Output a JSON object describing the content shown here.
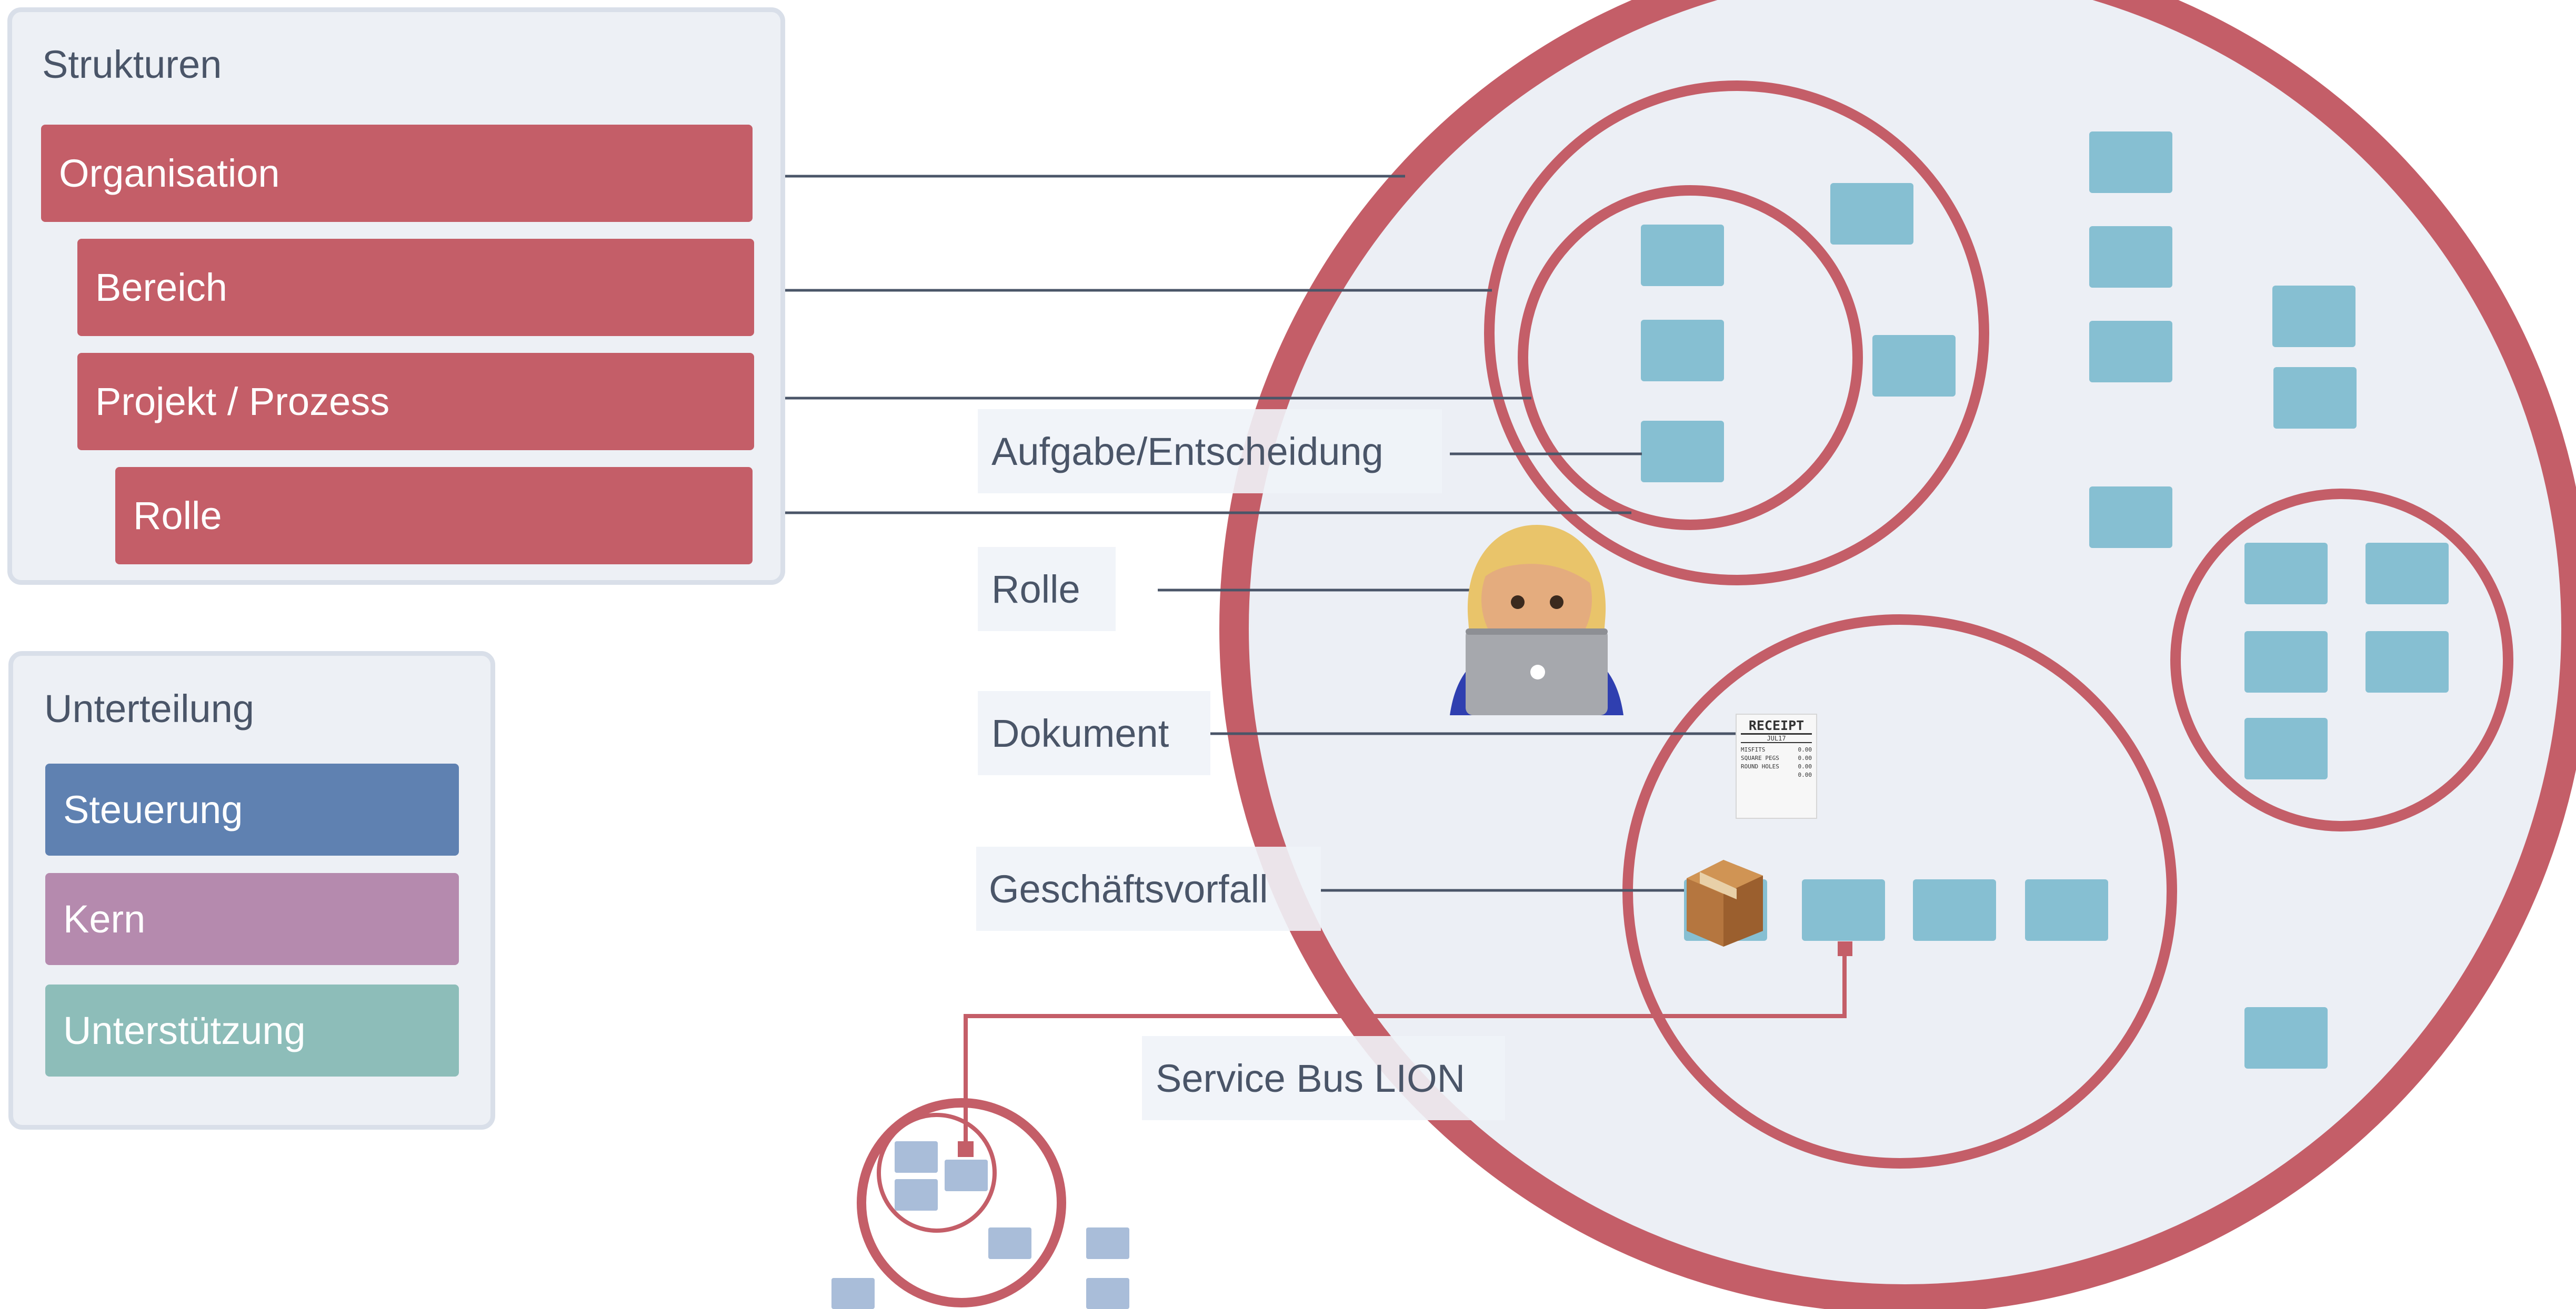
{
  "structures_panel": {
    "title": "Strukturen",
    "levels": [
      {
        "label": "Organisation"
      },
      {
        "label": "Bereich"
      },
      {
        "label": "Projekt / Prozess"
      },
      {
        "label": "Rolle"
      }
    ]
  },
  "division_panel": {
    "title": "Unterteilung",
    "items": [
      {
        "label": "Steuerung",
        "color": "#5f81b1"
      },
      {
        "label": "Kern",
        "color": "#b58aae"
      },
      {
        "label": "Unterstützung",
        "color": "#8dbdb9"
      }
    ]
  },
  "callouts": {
    "task": "Aufgabe/Entscheidung",
    "role": "Rolle",
    "document": "Dokument",
    "business_case": "Geschäftsvorfall",
    "service_bus": "Service Bus LION"
  },
  "receipt": {
    "title": "RECEIPT",
    "date": "JUL17",
    "rows": [
      {
        "label": "MISFITS",
        "value": "0.00"
      },
      {
        "label": "SQUARE PEGS",
        "value": "0.00"
      },
      {
        "label": "ROUND HOLES",
        "value": "0.00"
      },
      {
        "label": "",
        "value": "0.00"
      }
    ]
  },
  "colors": {
    "structure_red": "#c45e68",
    "task_blue": "#86bfd2",
    "pale_blue": "#a9bdd9",
    "line": "#4a5568",
    "background_circle": "#eceff5"
  }
}
